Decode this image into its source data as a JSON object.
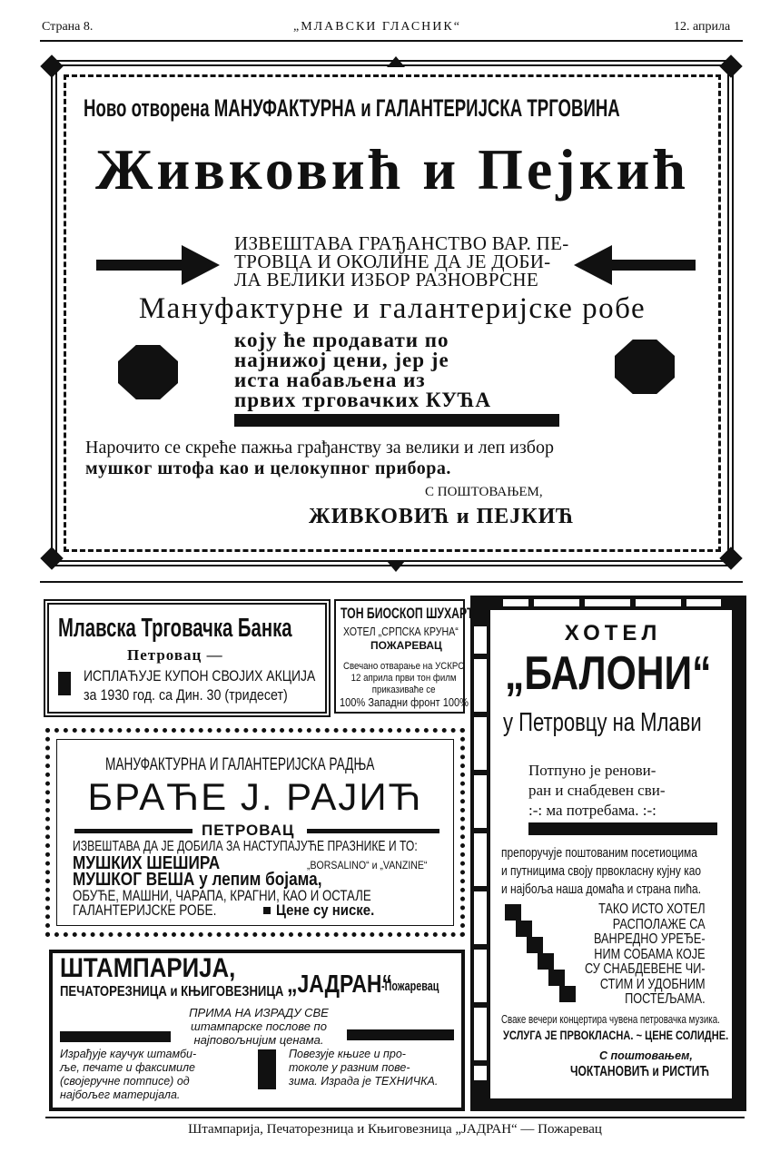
{
  "header": {
    "page": "Страна 8.",
    "paper": "„МЛАВСКИ ГЛАСНИК“",
    "date": "12. априла"
  },
  "ad_main": {
    "line1": "Ново отворена МАНУФАКТУРНА и ГАЛАНТЕРИЈСКА ТРГОВИНА",
    "firm": "Живковић и Пејкић",
    "notice": [
      "ИЗВЕШТАВА ГРАЂАНСТВО ВАР. ПЕ-",
      "ТРОВЦА И ОКОЛИНЕ ДА ЈЕ ДОБИ-",
      "ЛА ВЕЛИКИ ИЗБОР РАЗНОВРСНЕ"
    ],
    "goods": "Мануфактурне и галантеријске робе",
    "price": [
      "коју ће продавати по",
      "најнижој цени, јер је",
      "иста набављена из",
      "првих трговачких КУЋА"
    ],
    "attention": "Нарочито се скреће пажња грађанству за велики и леп избор",
    "attention2": "мушког штофа као и целокупног прибора.",
    "regards": "С ПОШТОВАЊЕМ,",
    "signature": "ЖИВКОВИЋ и ПЕЈКИЋ"
  },
  "ad_bank": {
    "title": "Млавска Трговачка Банка",
    "town": "Петровац —",
    "text1": "ИСПЛАЋУЈЕ КУПОН СВОЈИХ АКЦИЈА",
    "text2": "за 1930 год. са Дин. 30 (тридесет)"
  },
  "ad_cinema": {
    "title": "ТОН БИОСКОП ШУХАРТ",
    "hotel": "ХОТЕЛ „СРПСКА КРУНА“",
    "town": "ПОЖАРЕВАЦ",
    "lines": [
      "Свечано отварање на УСКРС",
      "12 априла први тон филм",
      "приказиваће се"
    ],
    "film": "100% Западни фронт 100%"
  },
  "ad_rajic": {
    "kind": "МАНУФАКТУРНА И ГАЛАНТЕРИЈСКА РАДЊА",
    "name": "БРАЋЕ Ј. РАЈИЋ",
    "town": "ПЕТРОВАЦ",
    "l1": "ИЗВЕШТАВА ДА ЈЕ ДОБИЛА ЗА НАСТУПАЈУЋЕ ПРАЗНИКЕ И ТО:",
    "l2a": "МУШКИХ ШЕШИРА",
    "l2b": "„BORSALINO“ и „VANZINE“",
    "l3": "МУШКОГ ВЕША у лепим бојама,",
    "l4": "ОБУЋЕ, МАШНИ, ЧАРАПА, КРАГНИ, КАО И ОСТАЛЕ",
    "l5a": "ГАЛАНТЕРИЈСКЕ РОБЕ.",
    "l5b": "Цене су ниске."
  },
  "ad_print": {
    "title": "ШТАМПАРИЈА,",
    "sub": "ПЕЧАТОРЕЗНИЦА и КЊИГОВЕЗНИЦА",
    "name": "„ЈАДРАН“",
    "town": "-Пожаревац",
    "mid": [
      "ПРИМА НА ИЗРАДУ СВЕ",
      "штампарске послове по",
      "најповољнијим ценама."
    ],
    "left": [
      "Израђује каучук штамби-",
      "ље, печате и факсимиле",
      "(својеручне потписе) од",
      "најбољег материјала."
    ],
    "right": [
      "Повезује књиге и про-",
      "токоле у разним пове-",
      "зима. Израда је ТЕХНИЧКА."
    ]
  },
  "ad_hotel": {
    "label": "ХОТЕЛ",
    "name": "„БАЛОНИ“",
    "place": "у Петровцу на Млави",
    "renov": [
      "Потпуно је ренови-",
      "ран и снабдевен сви-",
      ":-: ма потребама. :-:"
    ],
    "recommend": [
      "препоручује поштованим посетиоцима",
      "и путницима своју првокласну кујну као",
      "и најбоља наша домаћа и страна пића."
    ],
    "rooms": [
      "ТАКО ИСТО ХОТЕЛ",
      "РАСПОЛАЖЕ СА",
      "ВАНРЕДНО УРЕЂЕ-",
      "НИМ СОБАМА КОЈЕ",
      "СУ СНАБДЕВЕНЕ ЧИ-",
      "СТИМ И УДОБНИМ",
      "ПОСТЕЉАМА."
    ],
    "music": "Сваке вечери концертира чувена петровачка музика.",
    "service": "УСЛУГА ЈЕ ПРВОКЛАСНА. ~ ЦЕНЕ СОЛИДНЕ.",
    "regards": "С поштовањем,",
    "sign": "ЧОКТАНОВИЋ и РИСТИЋ"
  },
  "footer": "Штампарија, Печаторезница и Књиговезница „ЈАДРАН“ — Пожаревац"
}
